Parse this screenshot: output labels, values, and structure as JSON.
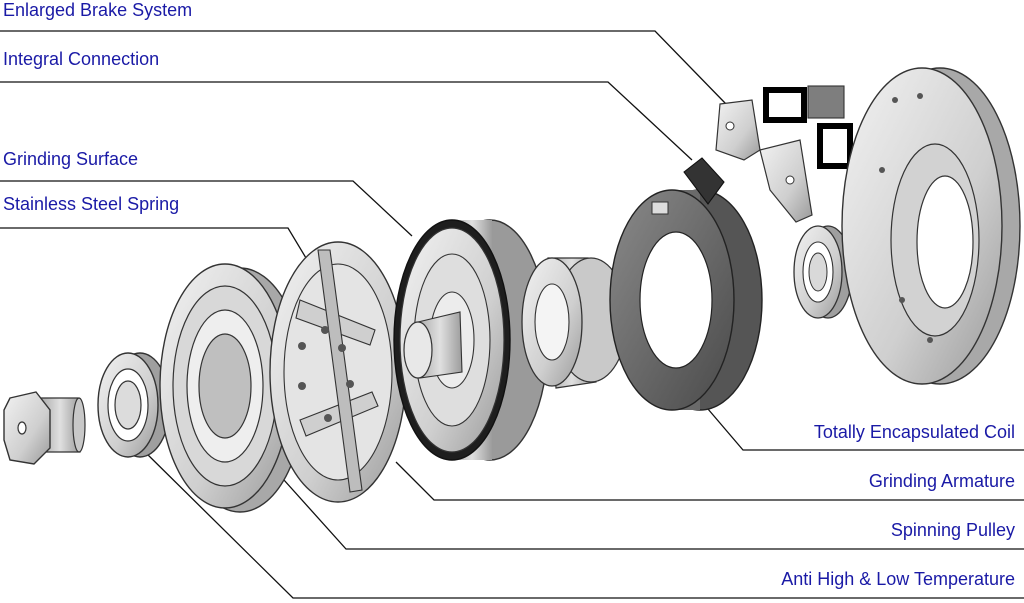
{
  "colors": {
    "label": "#1a1aa6",
    "leader": "#111111",
    "metal_light": "#e6e6e6",
    "metal_mid": "#bdbdbd",
    "metal_dark": "#7a7a7a",
    "coil_dark": "#555555",
    "pad": "#000000"
  },
  "labels_left": [
    "Enlarged Brake System",
    "Integral Connection",
    "Grinding Surface",
    "Stainless Steel Spring"
  ],
  "labels_right": [
    "Totally Encapsulated Coil",
    "Grinding Armature",
    "Spinning Pulley",
    "Anti  High & Low Temperature"
  ]
}
